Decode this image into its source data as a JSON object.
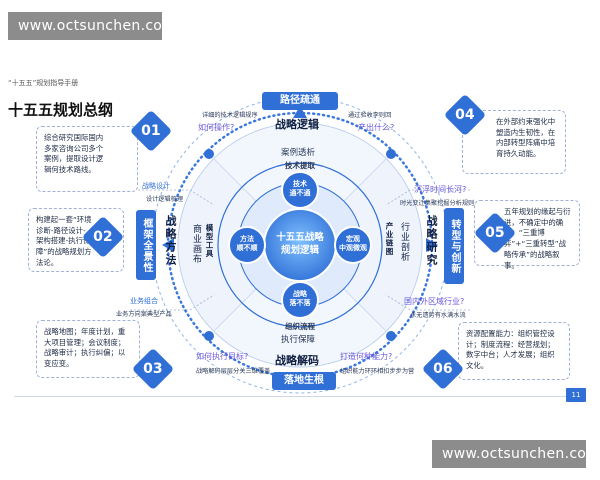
{
  "watermark_top": "www.octsunchen.com",
  "watermark_bottom": "www.octsunchen.com",
  "subtitle": "“十五五”规划指导手册",
  "page_title": "十五五规划总纲",
  "page_number": "11",
  "center": {
    "line1": "十五五战略",
    "line2": "规划逻辑"
  },
  "inner_circles": [
    {
      "l1": "技术",
      "l2": "通不通"
    },
    {
      "l1": "宏观",
      "l2": "中观微观"
    },
    {
      "l1": "战略",
      "l2": "落不落"
    },
    {
      "l1": "方法",
      "l2": "顺不顺"
    }
  ],
  "ring_labels": {
    "top_a": "案例透析",
    "top_b": "技术提取",
    "right_a": "行业剖析",
    "right_b": "产业链图",
    "bottom_a": "组织流程",
    "bottom_b": "执行保障",
    "left_a": "商业画布",
    "left_b": "模型工具"
  },
  "top": {
    "pill": "路径疏通",
    "header": "战略逻辑",
    "q_left": "如何操作?",
    "q_right": "产出什么?",
    "note_left": "详细的技术逻辑规序",
    "note_right": "通过验收李则回",
    "note_under": "案例透析"
  },
  "bottom": {
    "pill": "落地生根",
    "header": "战略解码",
    "q_left": "如何执行目标?",
    "q_right": "打造何种能力?",
    "note_left": "战略解码层层分关三维覆盖",
    "note_right": "组织能力环环相扣步步为营"
  },
  "left": {
    "vpill": "框架全景性",
    "vheader": "战略方法",
    "note_top": "战略设计",
    "note_top2": "设计逻辑梳理",
    "note_bottom": "业务组合",
    "note_bottom2": "业务方向案典型产品"
  },
  "right": {
    "vpill": "转型与创新",
    "vheader": "战略研究",
    "q_top": "沉浮时间长河?",
    "note_top": "时光变迁集聚挖掘分析规则",
    "q_bottom": "国内外区域行业?",
    "note_bottom": "永无遗势有水满水流"
  },
  "cards": [
    {
      "num": "01",
      "text": "综合研究国际国内多家咨询公司多个案例，提取设计逻辑何技术路线。"
    },
    {
      "num": "02",
      "text": "构建起一套“环境诊断-路径设计-架构搭建-执行保障”的战略规划方法论。"
    },
    {
      "num": "03",
      "text": "战略地图；年度计划，重大项目管理；会议制度；战略审计；执行纠偏；以变应变。"
    },
    {
      "num": "04",
      "text": "在外部约束强化中塑造内生韧性，在内部转型阵痛中培育持久动能。"
    },
    {
      "num": "05",
      "text": "五年规划的缘起与衍进，不确定中的确定：“三重博弈”+“三重转型”战略传承”的战略叙事。"
    },
    {
      "num": "06",
      "text": "资源配置能力：组织管控设计；制度流程：经营规划；数字中台；人才发展；组织文化。"
    }
  ],
  "colors": {
    "accent": "#2f6fd6",
    "ring": "#8fb3ea",
    "card_border": "#9fb2d6",
    "question": "#6a5ad8"
  }
}
